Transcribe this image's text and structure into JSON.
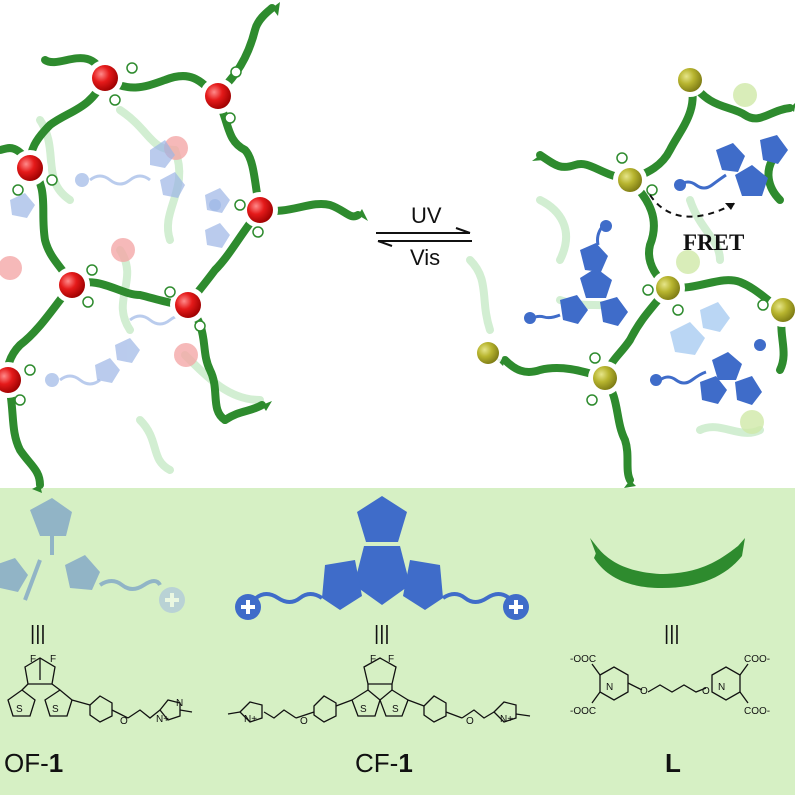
{
  "arrow": {
    "top_label": "UV",
    "bottom_label": "Vis"
  },
  "fret_label": "FRET",
  "compounds": [
    {
      "name_prefix": "OF-",
      "name_bold": "1"
    },
    {
      "name_prefix": "CF-",
      "name_bold": "1"
    },
    {
      "name_prefix": "",
      "name_bold": "L"
    }
  ],
  "equiv_symbol": "|||",
  "chem_text": {
    "f": "F",
    "s": "S",
    "o": "O",
    "n": "N",
    "nplus": "N+",
    "coo_neg_left": "-OOC",
    "coo_neg_right": "COO-"
  },
  "colors": {
    "ligand_green": "#2e8b2e",
    "panel_green": "#d6f0c4",
    "red_node": "#e02020",
    "olive_node": "#b3b22e",
    "blue_molecule": "#3f6cc9"
  }
}
